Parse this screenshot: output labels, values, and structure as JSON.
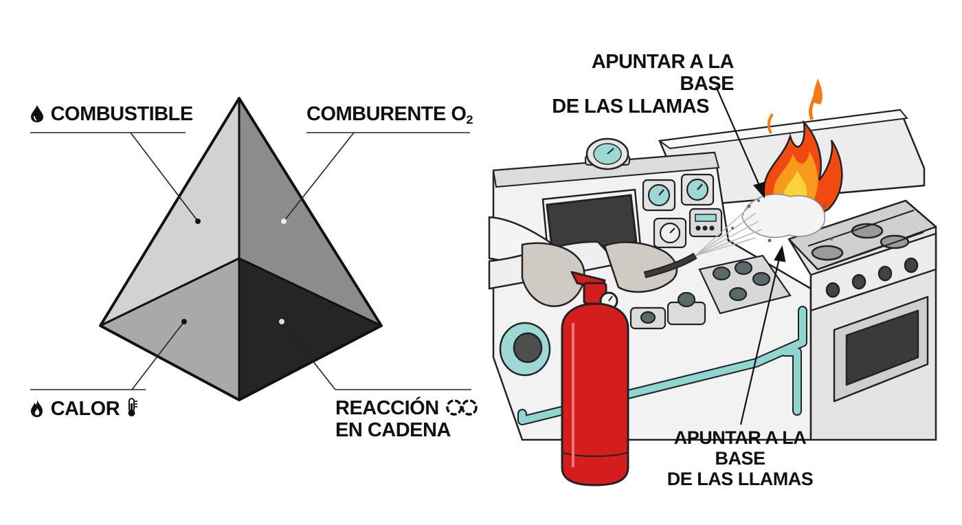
{
  "tetrahedron": {
    "combustible": "COMBUSTIBLE",
    "comburente": "COMBURENTE O",
    "comburente_sub": "2",
    "calor": "CALOR",
    "reaccion_line1": "REACCIÓN",
    "reaccion_line2": "EN CADENA"
  },
  "extinguisher_scene": {
    "top_label_line1": "APUNTAR A LA BASE",
    "top_label_line2": "DE LAS LLAMAS",
    "bottom_label_line1": "APUNTAR A LA BASE",
    "bottom_label_line2": "DE LAS LLAMAS"
  },
  "colors": {
    "face_light": "#d2d2d2",
    "face_mid": "#8c8c8c",
    "face_bottom": "#a9a9a9",
    "face_dark": "#252525",
    "extinguisher_red": "#d41e1e",
    "flame_orange": "#f47b14",
    "flame_yellow": "#fcd23a",
    "pipe_teal": "#8fd6d2"
  },
  "icons": [
    "drop-icon",
    "flame-icon",
    "thermometer-icon",
    "chain-reaction-icon"
  ]
}
